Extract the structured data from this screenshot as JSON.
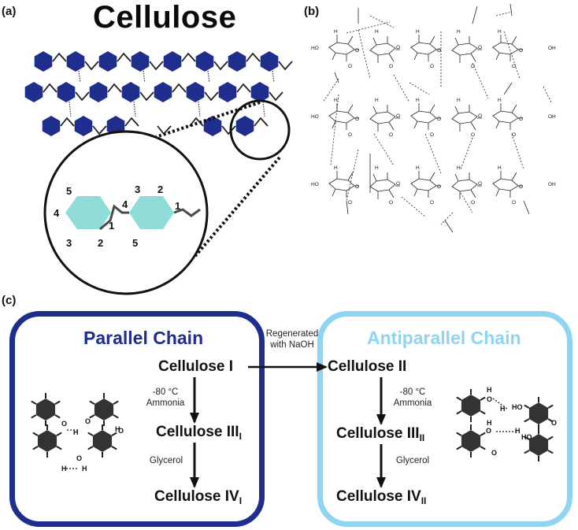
{
  "panel_labels": {
    "a": "(a)",
    "b": "(b)",
    "c": "(c)"
  },
  "title": "Cellulose",
  "ring_numbers": {
    "n5a": "5",
    "n4a": "4",
    "n3a": "3",
    "n2a": "2",
    "n1a": "1",
    "n4b": "4",
    "n3b": "3",
    "n2b": "2",
    "n1b": "1",
    "n5b": "5"
  },
  "structure_atoms": {
    "H": "H",
    "O": "O",
    "HO": "HO",
    "OH": "OH"
  },
  "parallel": {
    "title": "Parallel Chain",
    "cellulose_i": "Cellulose I",
    "cellulose_iii": "Cellulose III",
    "cellulose_iii_sub": "I",
    "cellulose_iv": "Cellulose IV",
    "cellulose_iv_sub": "I",
    "cond1_line1": "-80 °C",
    "cond1_line2": "Ammonia",
    "cond2": "Glycerol"
  },
  "antiparallel": {
    "title": "Antiparallel Chain",
    "cellulose_ii": "Cellulose II",
    "cellulose_iii": "Cellulose III",
    "cellulose_iii_sub": "II",
    "cellulose_iv": "Cellulose IV",
    "cellulose_iv_sub": "II",
    "cond1_line1": "-80 °C",
    "cond1_line2": "Ammonia",
    "cond2": "Glycerol"
  },
  "transition_label_line1": "Regenerated",
  "transition_label_line2": "with NaOH",
  "colors": {
    "navy": "#1f2d8c",
    "light_blue": "#8fd4f0",
    "teal_ring": "#8fdcd8",
    "dark_ring": "#3a3a3a"
  }
}
